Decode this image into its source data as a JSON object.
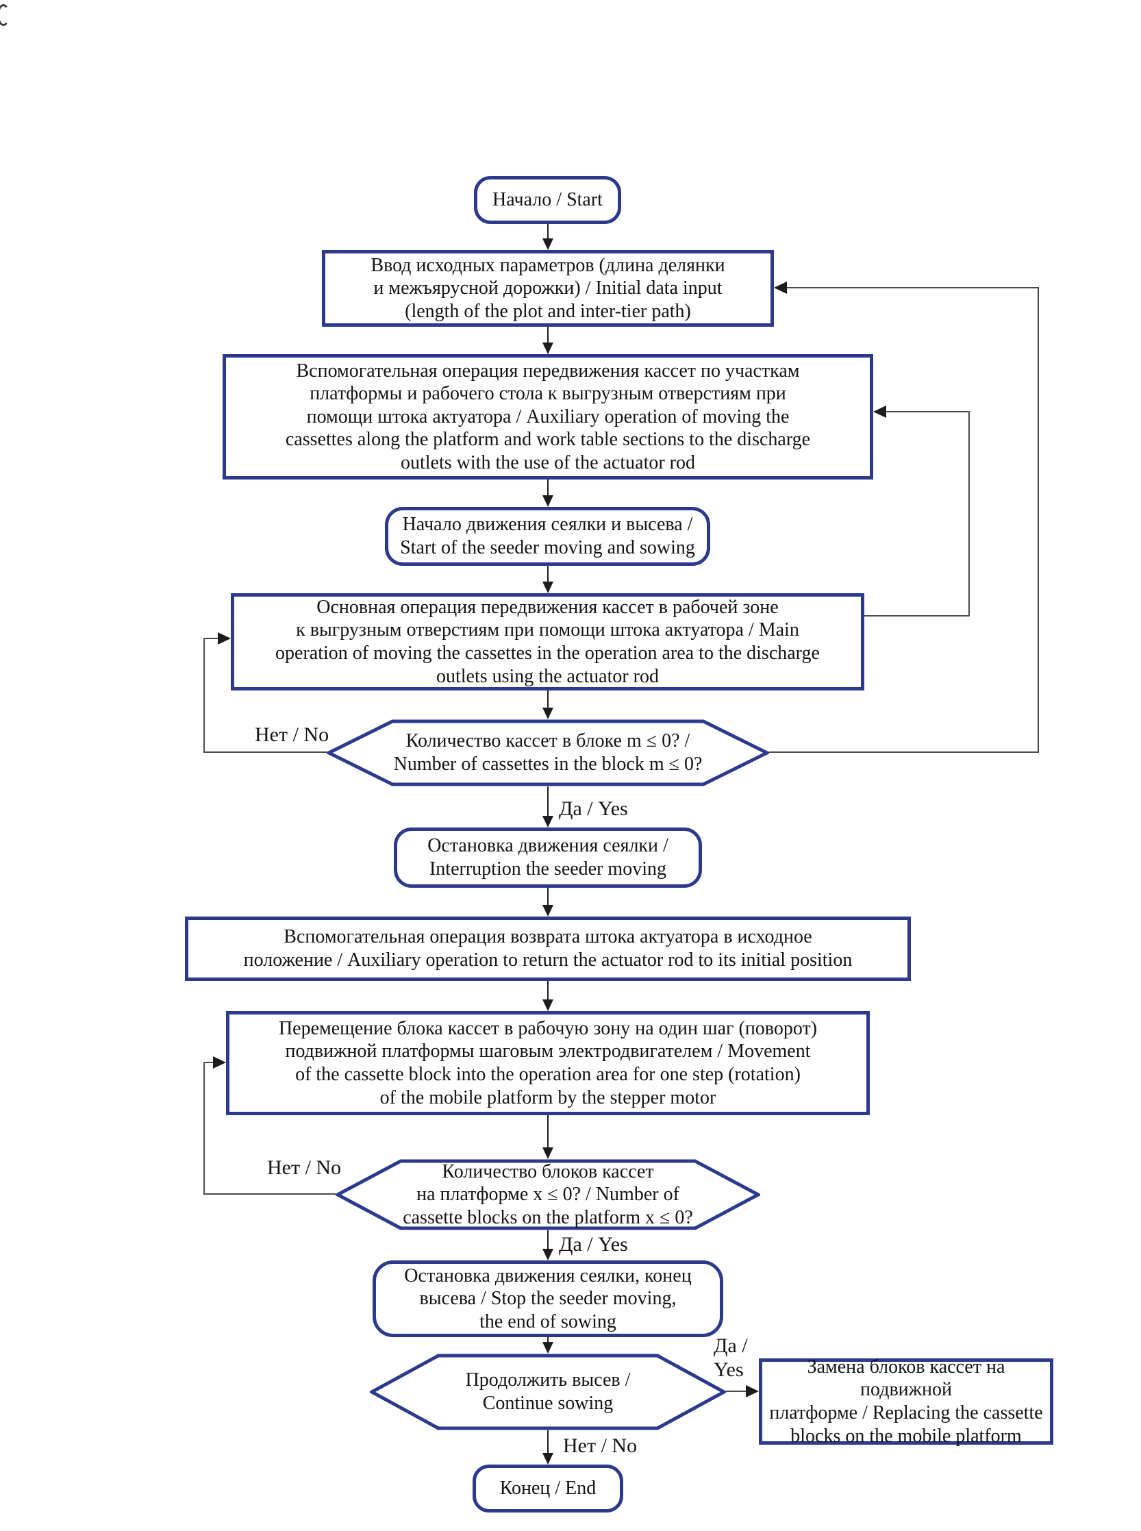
{
  "colors": {
    "node_border": "#2c3a8e",
    "connector": "#4a4a4a",
    "arrow": "#1c1c1c",
    "text": "#141414",
    "bg": "#ffffff"
  },
  "flowchart": {
    "nodes": {
      "start": {
        "type": "terminator",
        "label": "Начало / Start"
      },
      "initial_input": {
        "type": "process",
        "label": "Ввод исходных параметров (длина делянки\nи межъярусной дорожки) / Initial data input\n(length of the plot and inter-tier path)"
      },
      "auxiliary_move": {
        "type": "process",
        "label": "Вспомогательная операция передвижения кассет по участкам\nплатформы и рабочего стола к выгрузным отверстиям при\nпомощи штока актуатора / Auxiliary operation of moving the\ncassettes along the platform and work table sections to the discharge\noutlets with the use of the actuator rod"
      },
      "start_seeder": {
        "type": "terminator",
        "label": "Начало движения сеялки и высева /\nStart of the seeder moving and sowing"
      },
      "main_move": {
        "type": "process",
        "label": "Основная операция передвижения кассет в рабочей зоне\nк выгрузным отверстиям при помощи штока актуатора / Main\noperation of moving the cassettes in the operation area to the discharge\noutlets using the actuator rod"
      },
      "cassettes_decision": {
        "type": "decision",
        "label": "Количество кассет в блоке m ≤ 0? /\nNumber of cassettes in the block m ≤ 0?"
      },
      "stop_seeder": {
        "type": "terminator",
        "label": "Остановка движения сеялки /\nInterruption the seeder moving"
      },
      "return_rod": {
        "type": "process",
        "label": "Вспомогательная операция возврата штока актуатора в исходное\nположение / Auxiliary operation to return the actuator rod to its initial position"
      },
      "move_block": {
        "type": "process",
        "label": "Перемещение блока кассет в рабочую зону на один шаг (поворот)\nподвижной платформы шаговым электродвигателем / Movement\nof the cassette block into the operation area for one step (rotation)\nof the mobile platform by the stepper motor"
      },
      "blocks_decision": {
        "type": "decision",
        "label": "Количество блоков кассет\nна платформе x ≤ 0? / Number of\ncassette blocks on the platform x ≤ 0?"
      },
      "stop_end_sowing": {
        "type": "terminator",
        "label": "Остановка движения сеялки, конец\nвысева / Stop the seeder moving,\nthe end of sowing"
      },
      "continue_decision": {
        "type": "decision",
        "label": "Продолжить высев /\nContinue sowing"
      },
      "replace_blocks": {
        "type": "process",
        "label": "Замена блоков кассет на подвижной\nплатформе / Replacing the cassette\nblocks on the mobile platform"
      },
      "end": {
        "type": "terminator",
        "label": "Конец / End"
      }
    },
    "edge_labels": {
      "no_cassettes": "Нет / No",
      "yes_cassettes": "Да / Yes",
      "no_blocks": "Нет / No",
      "yes_blocks": "Да / Yes",
      "yes_continue": "Да /\nYes",
      "no_continue": "Нет / No"
    }
  }
}
